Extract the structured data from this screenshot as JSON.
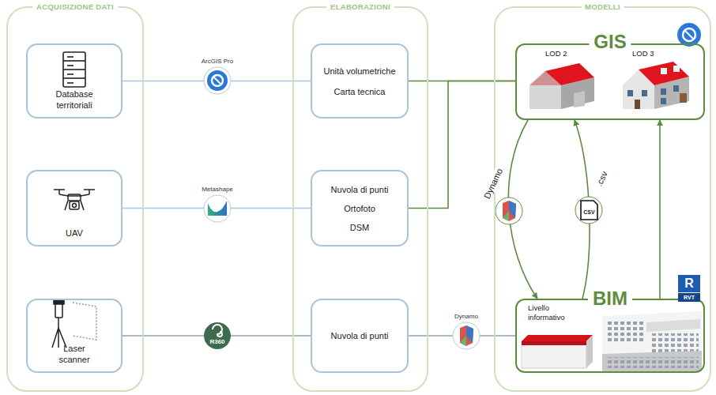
{
  "diagram": {
    "nodes": [
      {
        "text": [
          "ACQUISIZIONE DATI"
        ]
      },
      {
        "text": [
          "Database territoriali"
        ],
        "in": 0
      },
      {
        "text": [
          "UAV"
        ],
        "in": 0
      },
      {
        "text": [
          "Laser scanner"
        ],
        "in": 0
      },
      {
        "text": [
          "ELABORAZIONI"
        ]
      },
      {
        "text": [
          "Unità volumetriche",
          "Carta tecnica"
        ],
        "in": 4
      },
      {
        "text": [
          "Nuvola di punti",
          "Ortofoto",
          "DSM"
        ],
        "in": 4
      },
      {
        "text": [
          "Nuvola di punti"
        ],
        "in": 4
      },
      {
        "text": [
          "MODELLI"
        ]
      },
      {
        "text": [
          "GIS",
          "LOD 2",
          "LOD 3"
        ],
        "in": 8
      },
      {
        "text": [
          "BIM",
          "Livello informativo"
        ],
        "in": 8
      }
    ],
    "edges": [
      {
        "from": 1,
        "to": 5,
        "label": "ArcGIS Pro",
        "arrow": "none"
      },
      {
        "from": 2,
        "to": 6,
        "label": "Metashape",
        "arrow": "none"
      },
      {
        "from": 3,
        "to": 7,
        "label": "R360",
        "arrow": "none"
      },
      {
        "from": 7,
        "to": 10,
        "label": "Dynamo",
        "arrow": "none"
      },
      {
        "from": 5,
        "to": 9,
        "arrow": "none"
      },
      {
        "from": 6,
        "to": 9,
        "arrow": "none"
      },
      {
        "from": 9,
        "to": 10,
        "label": "Dynamo",
        "arrow": "to"
      },
      {
        "from": 10,
        "to": 9,
        "label": ".csv",
        "arrow": "to"
      },
      {
        "from": 10,
        "to": 9,
        "arrow": "to"
      }
    ],
    "labels": [
      "CSV",
      "R",
      "RVT"
    ]
  }
}
